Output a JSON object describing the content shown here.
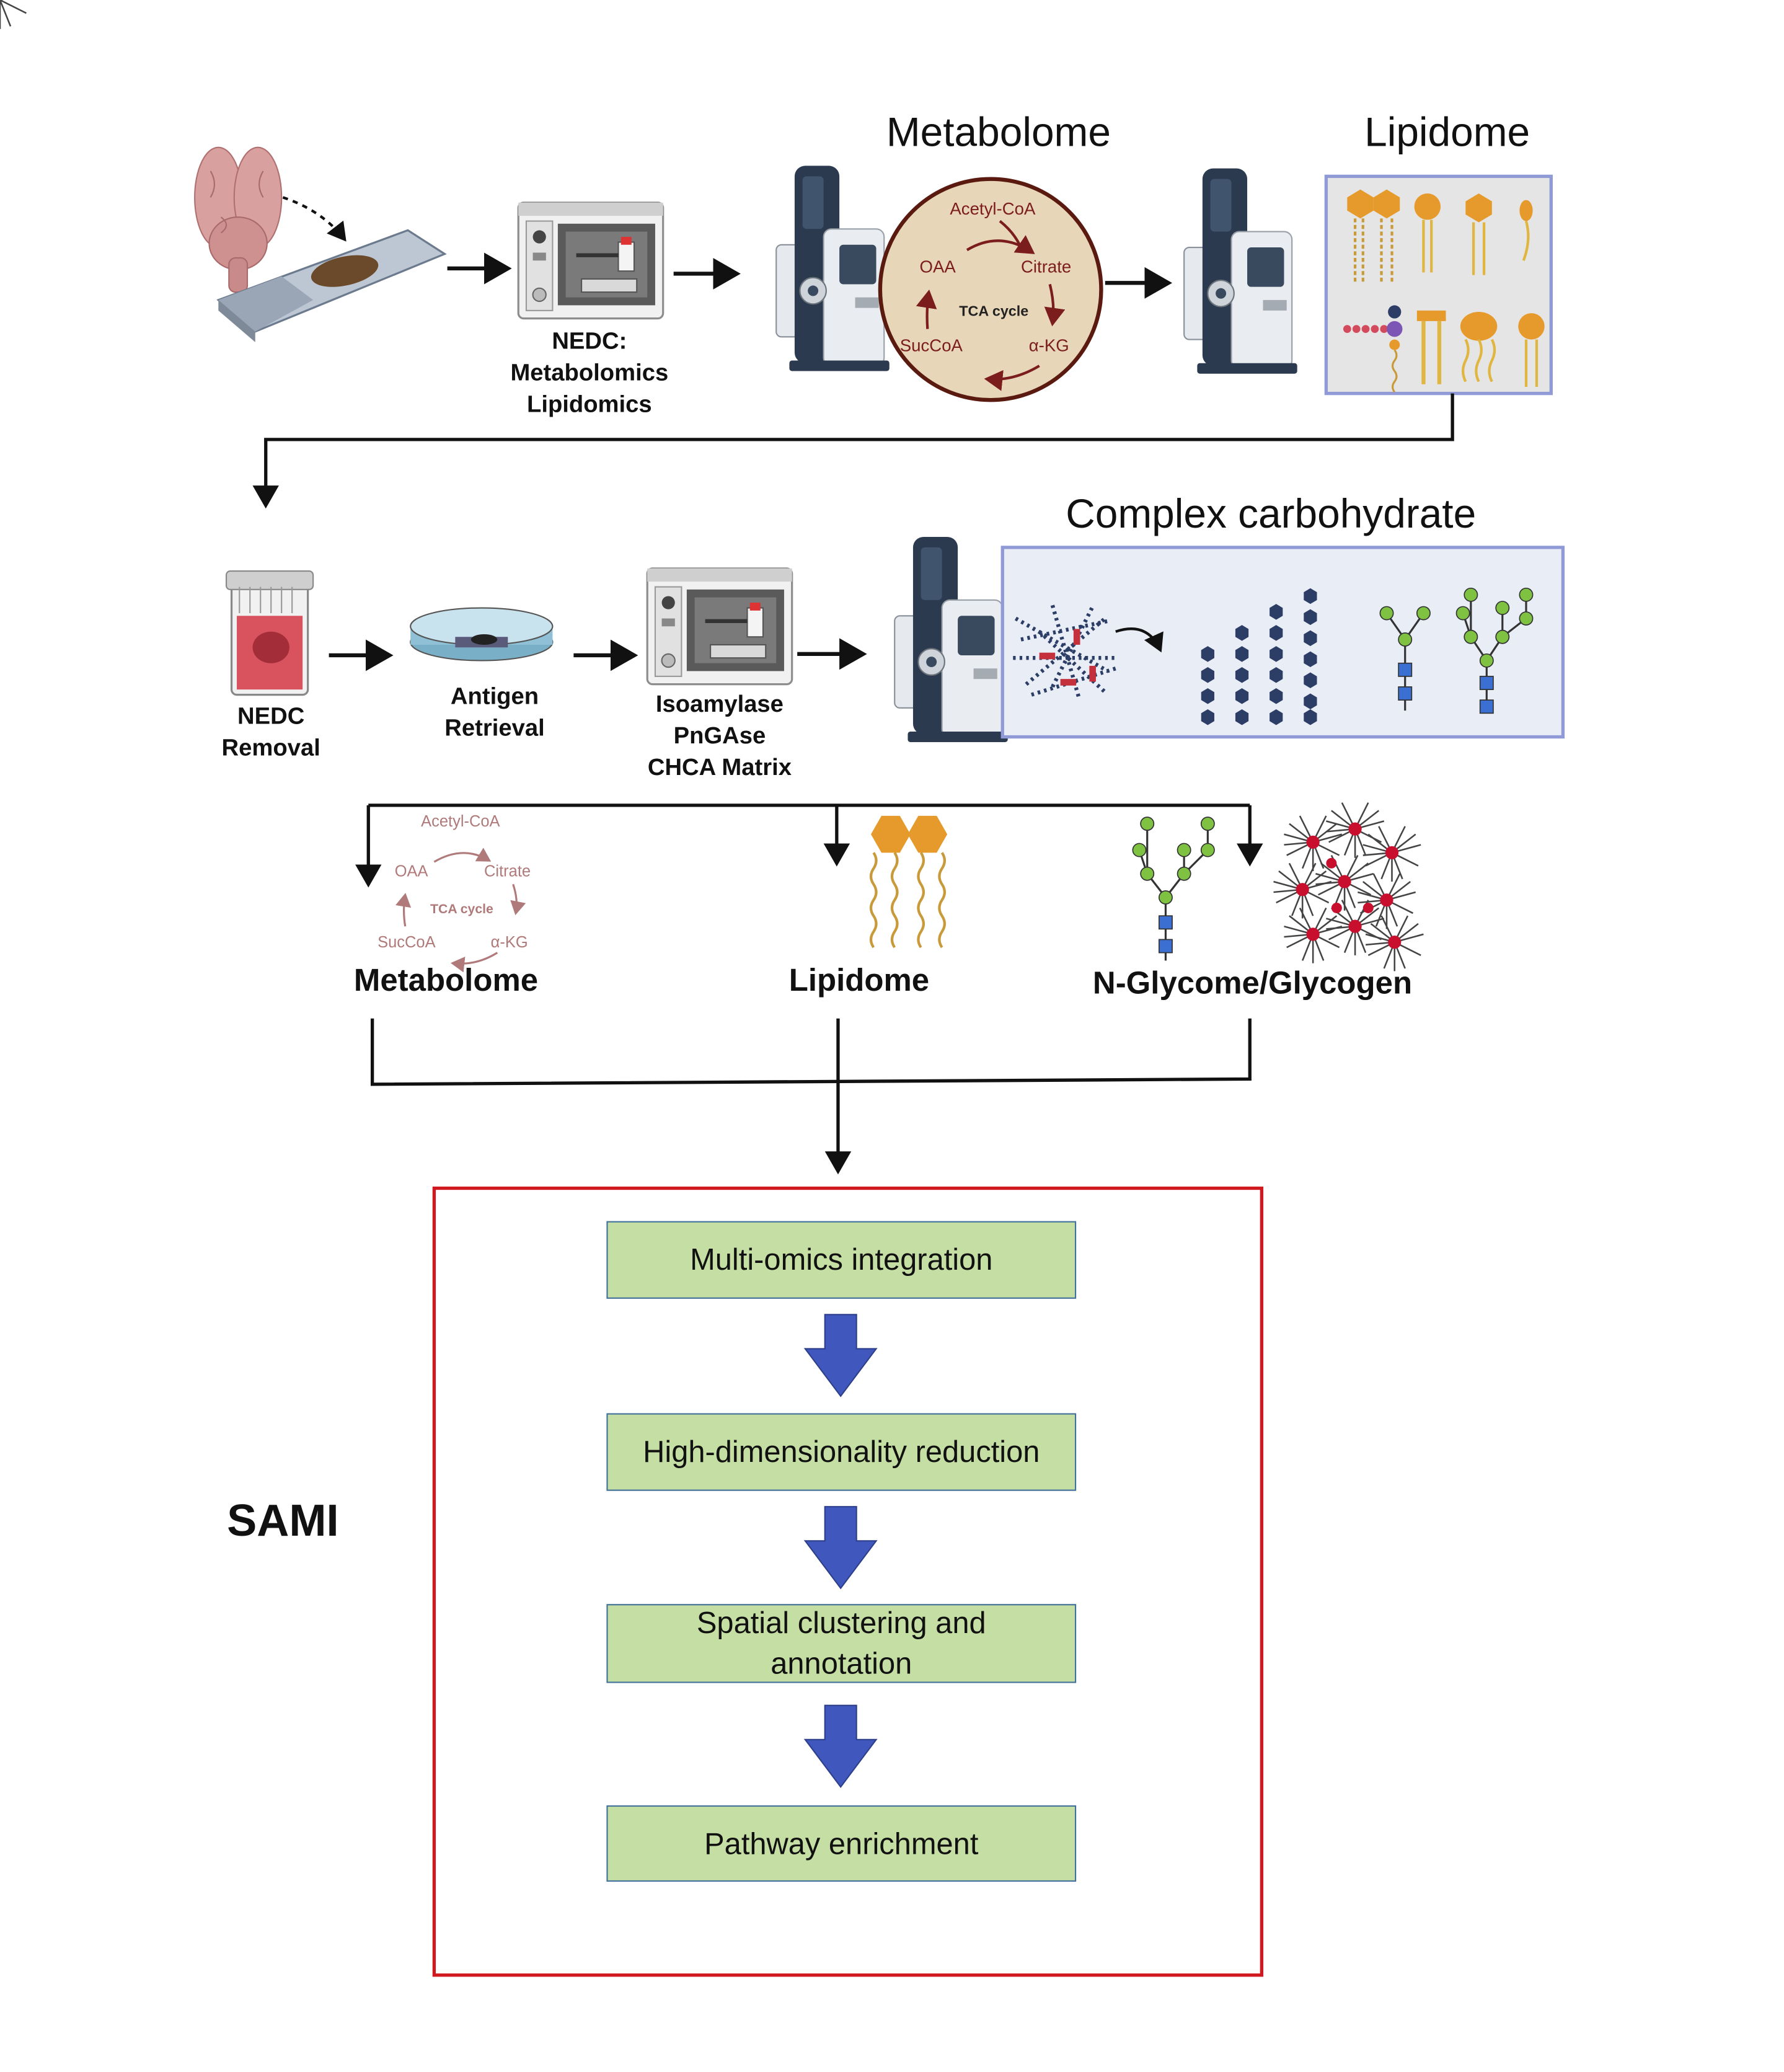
{
  "top_row": {
    "instrument_label": [
      "NEDC:",
      "Metabolomics",
      "Lipidomics"
    ],
    "metabolome_title": "Metabolome",
    "lipidome_title": "Lipidome",
    "tca": {
      "acetyl_coa": "Acetyl-CoA",
      "oaa": "OAA",
      "citrate": "Citrate",
      "center": "TCA cycle",
      "succoa": "SucCoA",
      "akg": "α-KG"
    }
  },
  "middle_row": {
    "nedc_removal": [
      "NEDC",
      "Removal"
    ],
    "antigen_retrieval": [
      "Antigen",
      "Retrieval"
    ],
    "enzymes": [
      "Isoamylase",
      "PnGAse",
      "CHCA Matrix"
    ],
    "complex_carb_title": "Complex carbohydrate"
  },
  "outputs": {
    "metabolome": "Metabolome",
    "lipidome": "Lipidome",
    "glycome": "N-Glycome/Glycogen"
  },
  "sami": {
    "label": "SAMI",
    "steps": [
      [
        "Multi-omics integration"
      ],
      [
        "High-dimensionality reduction"
      ],
      [
        "Spatial clustering and",
        "annotation"
      ],
      [
        "Pathway enrichment"
      ]
    ]
  },
  "colors": {
    "frame_red": "#d0191f",
    "step_fill": "#c5dea3",
    "step_border": "#41719c",
    "arrow_blue": "#4058be",
    "lipid_orange": "#e59a2b",
    "tca_red": "#7b1d1d",
    "panel_border": "#8f9ad6"
  }
}
